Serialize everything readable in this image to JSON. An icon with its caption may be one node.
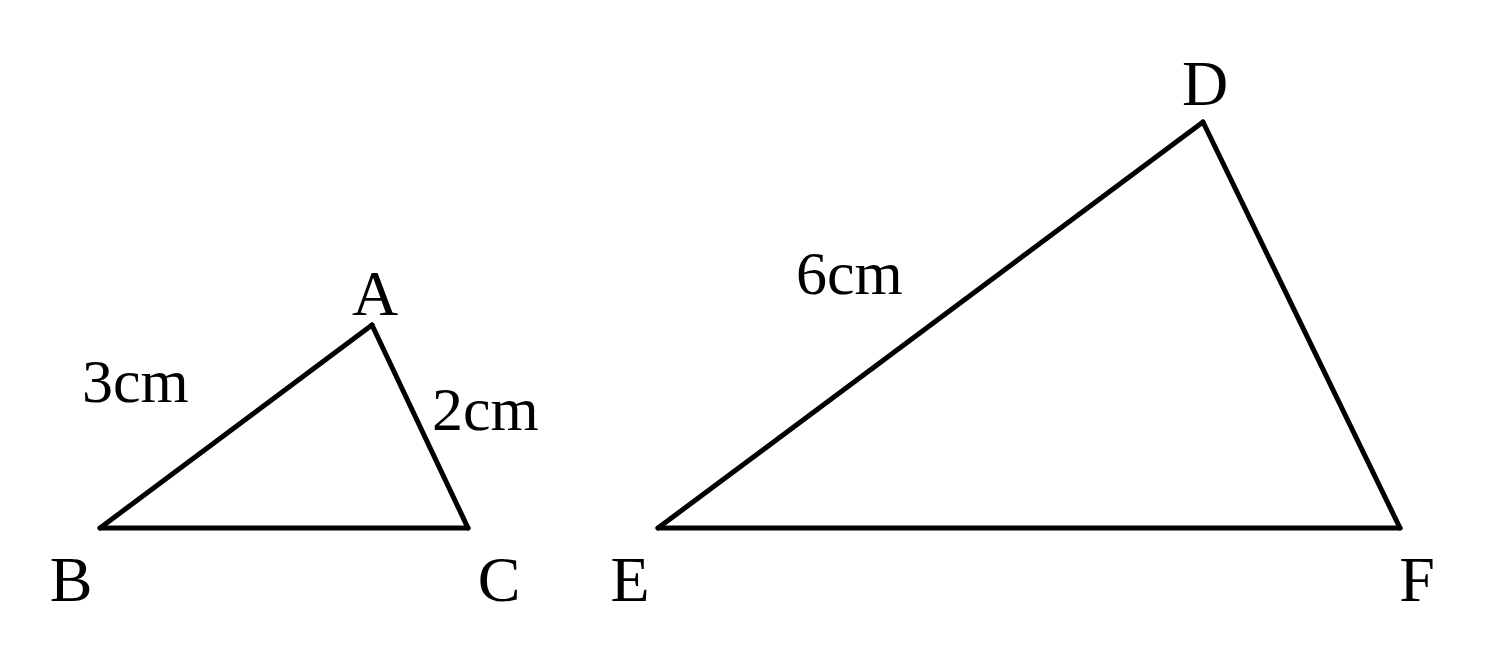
{
  "diagram": {
    "nodes": [
      {
        "text": [
          "A"
        ]
      },
      {
        "text": [
          "B"
        ]
      },
      {
        "text": [
          "C"
        ]
      },
      {
        "text": [
          "D"
        ]
      },
      {
        "text": [
          "E"
        ]
      },
      {
        "text": [
          "F"
        ]
      }
    ],
    "edges": [
      {
        "from": 0,
        "to": 1,
        "arrow": "none",
        "label": "3cm"
      },
      {
        "from": 0,
        "to": 2,
        "arrow": "none",
        "label": "2cm"
      },
      {
        "from": 1,
        "to": 2,
        "arrow": "none"
      },
      {
        "from": 3,
        "to": 4,
        "arrow": "none",
        "label": "6cm"
      },
      {
        "from": 3,
        "to": 5,
        "arrow": "none"
      },
      {
        "from": 4,
        "to": 5,
        "arrow": "none"
      }
    ]
  }
}
